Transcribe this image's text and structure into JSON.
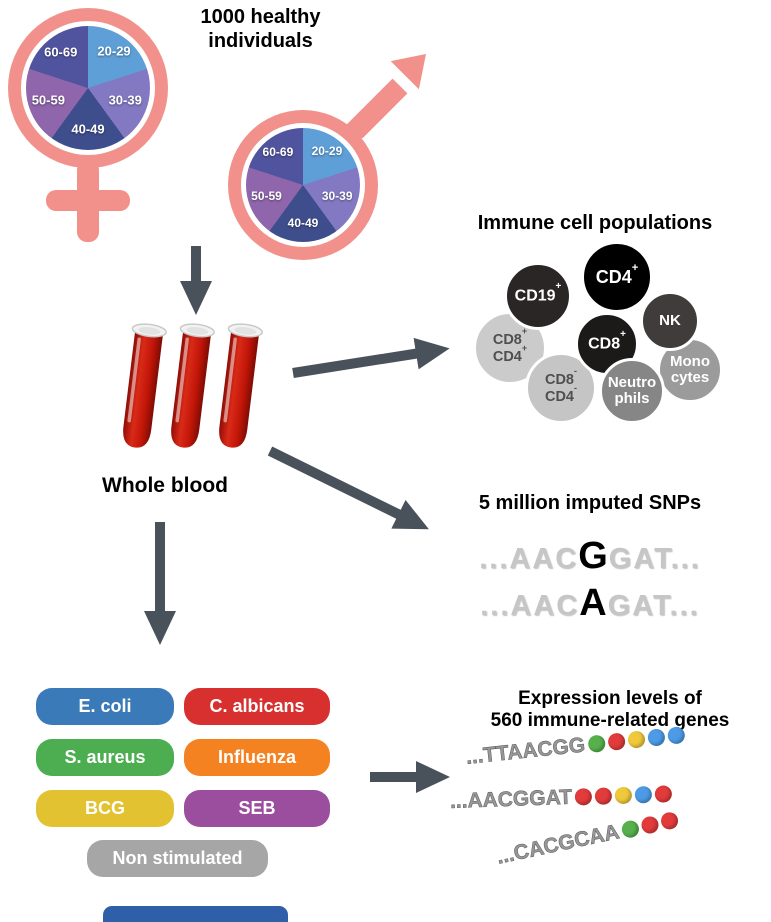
{
  "header": {
    "cohort_line1": "1000 healthy",
    "cohort_line2": "individuals"
  },
  "demographics": {
    "symbol_color": "#F2908B",
    "age_groups": [
      {
        "label": "20-29",
        "color": "#5E9FD8"
      },
      {
        "label": "30-39",
        "color": "#8279C2"
      },
      {
        "label": "40-49",
        "color": "#3E4D8C"
      },
      {
        "label": "50-59",
        "color": "#8F65AC"
      },
      {
        "label": "60-69",
        "color": "#50549E"
      }
    ]
  },
  "whole_blood": {
    "label": "Whole blood"
  },
  "immune": {
    "title": "Immune cell populations",
    "cells": [
      {
        "id": "cd19",
        "line1": "CD19",
        "sup1": "+",
        "color": "#2A2626",
        "text_color": "#FFFFFF"
      },
      {
        "id": "cd4",
        "line1": "CD4",
        "sup1": "+",
        "color": "#000000",
        "text_color": "#FFFFFF"
      },
      {
        "id": "nk",
        "line1": "NK",
        "color": "#403C3C",
        "text_color": "#FFFFFF"
      },
      {
        "id": "cd8",
        "line1": "CD8",
        "sup1": "+",
        "color": "#1C1919",
        "text_color": "#FFFFFF"
      },
      {
        "id": "cd8pos-cd4pos",
        "line1": "CD8",
        "sup1": "+",
        "line2": "CD4",
        "sup2": "+",
        "color": "#CBCBCB",
        "text_color": "#4F4F4F"
      },
      {
        "id": "cd8neg-cd4neg",
        "line1": "CD8",
        "sup1": "-",
        "line2": "CD4",
        "sup2": "-",
        "color": "#C5C5C5",
        "text_color": "#4F4F4F"
      },
      {
        "id": "neutrophils",
        "line1": "Neutro",
        "line2": "phils",
        "color": "#868686",
        "text_color": "#FFFFFF"
      },
      {
        "id": "monocytes",
        "line1": "Mono",
        "line2": "cytes",
        "color": "#9B9B9B",
        "text_color": "#FFFFFF"
      }
    ]
  },
  "snps": {
    "title": "5 million imputed SNPs",
    "sequences": [
      {
        "prefix": "...AAC",
        "snp": "G",
        "suffix": "GAT..."
      },
      {
        "prefix": "...AAC",
        "snp": "A",
        "suffix": "GAT..."
      }
    ]
  },
  "stimuli": {
    "items": [
      {
        "label": "E. coli",
        "color": "#3B7AB8"
      },
      {
        "label": "C. albicans",
        "color": "#D8302F"
      },
      {
        "label": "S. aureus",
        "color": "#4DAE51"
      },
      {
        "label": "Influenza",
        "color": "#F58220"
      },
      {
        "label": "BCG",
        "color": "#E2C230"
      },
      {
        "label": "SEB",
        "color": "#9C4E9E"
      },
      {
        "label": "Non stimulated",
        "color": "#A6A6A6"
      }
    ]
  },
  "expression": {
    "title_line1": "Expression levels of",
    "title_line2": "560 immune-related genes",
    "sequences": [
      {
        "text": "...TTAACGG",
        "beads": [
          "green",
          "red",
          "yellow",
          "blue",
          "blue"
        ]
      },
      {
        "text": "...AACGGAT",
        "beads": [
          "red",
          "red",
          "yellow",
          "blue",
          "red"
        ]
      },
      {
        "text": "...CACGCAA",
        "beads": [
          "green",
          "red",
          "red"
        ]
      }
    ]
  },
  "colors": {
    "arrow": "#49525A",
    "blood": "#C41A0F",
    "cropped_bar": "#2E5FA8",
    "beads": {
      "green": "#56B14C",
      "red": "#E23B3B",
      "yellow": "#EFC93B",
      "blue": "#4D9BE6"
    }
  }
}
